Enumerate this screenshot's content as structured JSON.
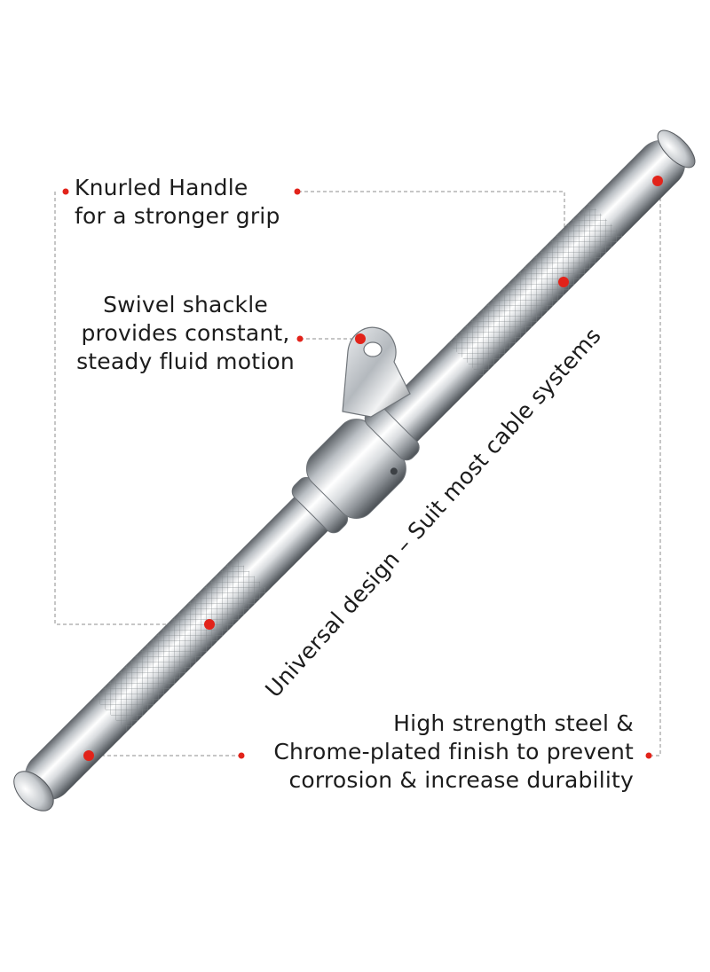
{
  "callouts": {
    "knurled_handle": [
      "Knurled Handle",
      "for a stronger grip"
    ],
    "swivel_shackle": [
      "Swivel shackle",
      "provides constant,",
      "steady fluid motion"
    ],
    "steel_finish": [
      "High strength  steel &",
      "Chrome-plated finish to prevent",
      "corrosion & increase durability"
    ]
  },
  "universal_design": "Universal design – Suit most cable systems",
  "colors": {
    "marker": "#e2231a",
    "leader_line": "#8c8c8c",
    "text": "#1c1c1c",
    "chrome_light": "#f4f5f6",
    "chrome_dark": "#6e7378"
  }
}
